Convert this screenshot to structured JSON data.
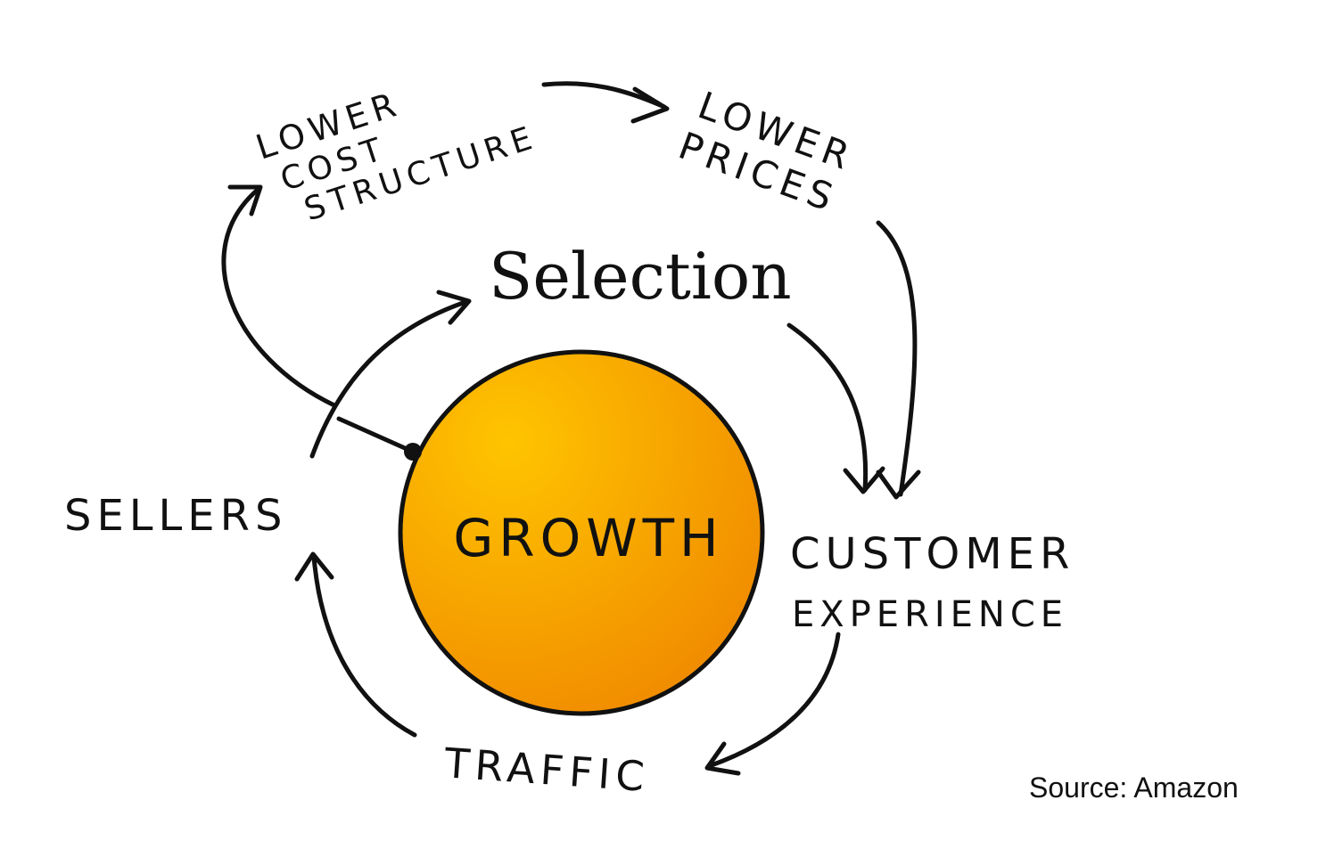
{
  "diagram": {
    "center_label": "GROWTH",
    "nodes": {
      "lower_cost_structure": [
        "LOWER",
        "COST",
        "STRUCTURE"
      ],
      "lower_prices": [
        "LOWER",
        "PRICES"
      ],
      "selection": "Selection",
      "customer_experience": [
        "CUSTOMER",
        "EXPERIENCE"
      ],
      "traffic": "TRAFFIC",
      "sellers": "SELLERS"
    },
    "colors": {
      "circle_fill_light": "#ffc400",
      "circle_fill_dark": "#f08a00",
      "ink": "#111111"
    }
  },
  "source": "Source: Amazon"
}
